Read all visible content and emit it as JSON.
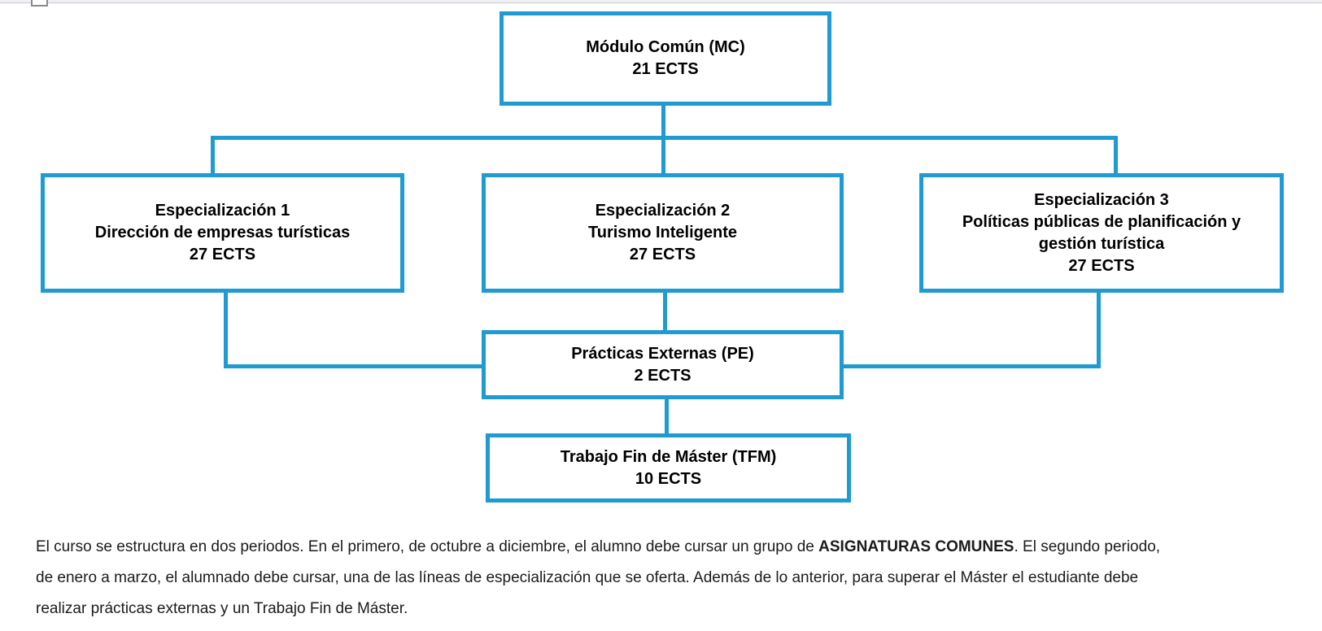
{
  "page": {
    "background": "#ffffff",
    "accent_blue": "#1f9bd1"
  },
  "diagram": {
    "nodes": {
      "mc": {
        "title": "Módulo Común (MC)",
        "ects": "21 ECTS"
      },
      "esp1": {
        "title": "Especialización 1",
        "subtitle": "Dirección de empresas turísticas",
        "ects": "27 ECTS"
      },
      "esp2": {
        "title": "Especialización 2",
        "subtitle": "Turismo Inteligente",
        "ects": "27 ECTS"
      },
      "esp3": {
        "title": "Especialización 3",
        "subtitle": "Políticas públicas de planificación y gestión turística",
        "ects": "27 ECTS"
      },
      "pe": {
        "title": "Prácticas Externas (PE)",
        "ects": "2 ECTS"
      },
      "tfm": {
        "title": "Trabajo Fin de Máster (TFM)",
        "ects": "10 ECTS"
      }
    }
  },
  "paragraph": {
    "line1_pre": "El curso se estructura en dos periodos. En el primero, de octubre a diciembre, el alumno debe cursar un grupo de ",
    "line1_bold": "ASIGNATURAS COMUNES",
    "line1_post": ". El segundo periodo,",
    "line2": "de enero a marzo, el alumnado debe cursar, una de las líneas de especialización que se oferta. Además de lo anterior, para superar el Máster el estudiante debe",
    "line3": "realizar prácticas externas y un Trabajo Fin de Máster."
  }
}
